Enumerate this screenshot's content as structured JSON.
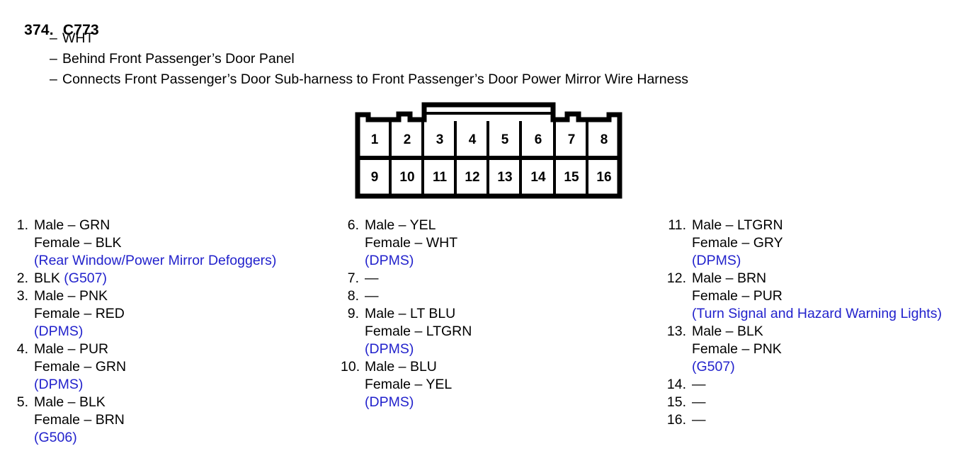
{
  "header": {
    "number": "374.",
    "connector_id": "C773",
    "bullets": [
      "WHT",
      "Behind Front Passenger’s Door Panel",
      "Connects Front Passenger’s Door Sub-harness to Front Passenger’s Door Power Mirror Wire Harness"
    ],
    "bullet_dash": "–"
  },
  "connector": {
    "top_row": [
      "1",
      "2",
      "3",
      "4",
      "5",
      "6",
      "7",
      "8"
    ],
    "bottom_row": [
      "9",
      "10",
      "11",
      "12",
      "13",
      "14",
      "15",
      "16"
    ]
  },
  "colors": {
    "note_blue": "#2222cc",
    "text_black": "#000000",
    "background": "#ffffff"
  },
  "pins": {
    "column_left": [
      {
        "index": "1.",
        "lines": [
          "Male – GRN",
          "Female – BLK"
        ],
        "note": "(Rear Window/Power Mirror Defoggers)"
      },
      {
        "index": "2.",
        "lines": [],
        "inline_text": "BLK ",
        "inline_note": "(G507)"
      },
      {
        "index": "3.",
        "lines": [
          "Male – PNK",
          "Female – RED"
        ],
        "note": "(DPMS)"
      },
      {
        "index": "4.",
        "lines": [
          "Male – PUR",
          "Female – GRN"
        ],
        "note": "(DPMS)"
      },
      {
        "index": "5.",
        "lines": [
          "Male – BLK",
          "Female – BRN"
        ],
        "note": "(G506)"
      }
    ],
    "column_middle": [
      {
        "index": "6.",
        "lines": [
          "Male – YEL",
          "Female – WHT"
        ],
        "note": "(DPMS)"
      },
      {
        "index": "7.",
        "lines": [
          "—"
        ],
        "note": ""
      },
      {
        "index": "8.",
        "lines": [
          "—"
        ],
        "note": ""
      },
      {
        "index": "9.",
        "lines": [
          "Male – LT BLU",
          "Female – LTGRN"
        ],
        "note": "(DPMS)"
      },
      {
        "index": "10.",
        "lines": [
          "Male – BLU",
          "Female – YEL"
        ],
        "note": "(DPMS)"
      }
    ],
    "column_right": [
      {
        "index": "11.",
        "lines": [
          "Male – LTGRN",
          "Female – GRY"
        ],
        "note": "(DPMS)"
      },
      {
        "index": "12.",
        "lines": [
          "Male – BRN",
          "Female – PUR"
        ],
        "note": "(Turn Signal and Hazard Warning Lights)"
      },
      {
        "index": "13.",
        "lines": [
          "Male – BLK",
          "Female – PNK"
        ],
        "note": "(G507)"
      },
      {
        "index": "14.",
        "lines": [
          "—"
        ],
        "note": ""
      },
      {
        "index": "15.",
        "lines": [
          "—"
        ],
        "note": ""
      },
      {
        "index": "16.",
        "lines": [
          "—"
        ],
        "note": ""
      }
    ]
  }
}
